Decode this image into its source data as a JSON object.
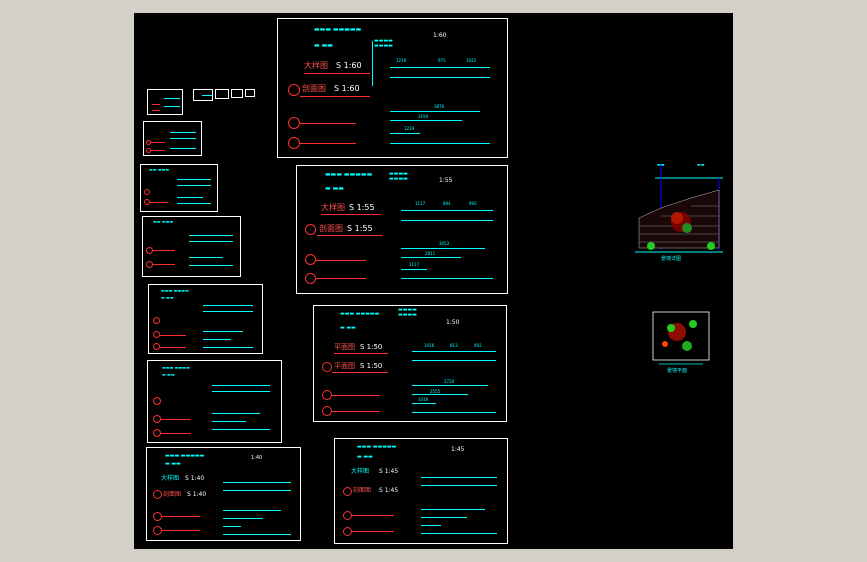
{
  "scales": {
    "s60": "1:60",
    "s55": "1:55",
    "s50": "1:50",
    "s45": "1:45",
    "s40": "1:40"
  },
  "sheet60": {
    "title": "1:60",
    "label_large": "大样图",
    "label_scale": "S 1:60",
    "label_section": "剖面图",
    "label_section_scale": "S 1:60",
    "dim1": "1219",
    "dim2": "975",
    "dim3": "1022",
    "dim4": "3876",
    "dim5": "3194",
    "dim6": "1219"
  },
  "sheet55": {
    "title": "1:55",
    "label_large": "大样图",
    "label_scale": "S 1:55",
    "label_section": "剖面图",
    "label_section_scale": "S 1:55",
    "dim1": "1117",
    "dim2": "894",
    "dim3": "992",
    "dim4": "3053",
    "dim5": "2811",
    "dim6": "1117"
  },
  "sheet50": {
    "title": "1:50",
    "label_large": "平面图",
    "label_scale": "S 1:50",
    "label_section": "平面图",
    "label_section_scale": "S 1:50",
    "dim1": "1016",
    "dim2": "813",
    "dim3": "902",
    "dim4": "2720",
    "dim5": "2555",
    "dim6": "1016"
  },
  "sheet45": {
    "title": "1:45",
    "label_large": "大样图",
    "label_scale": "S 1:45",
    "label_section": "剖面图",
    "label_section_scale": "S 1:45"
  },
  "sheet40": {
    "title": "1:40",
    "label_large": "大样图",
    "label_scale": "S 1:40",
    "label_section": "剖面图",
    "label_section_scale": "S 1:40"
  },
  "detail_label": "景墙详图",
  "plan_label": "景墙平面",
  "colors": {
    "background": "#000000",
    "line_cyan": "#00ffff",
    "line_red": "#ff2a2a",
    "frame_white": "#ffffff",
    "viewport_gray": "#d4d0c8"
  }
}
